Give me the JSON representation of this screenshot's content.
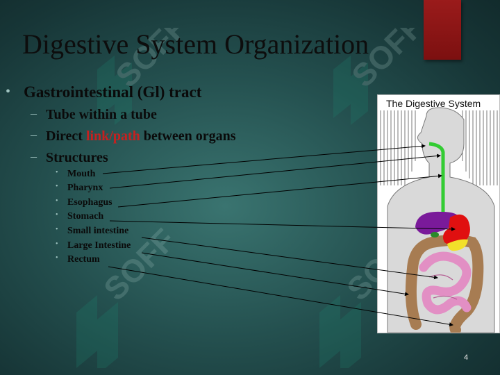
{
  "slide": {
    "title": "Digestive System Organization",
    "page_number": "4"
  },
  "bullets": {
    "main": "Gastrointestinal (Gl) tract",
    "sub1": "Tube within a tube",
    "sub2_before": "Direct ",
    "sub2_highlight": "link/path",
    "sub2_after": " between organs",
    "sub3": "Structures",
    "structures": [
      "Mouth",
      "Pharynx",
      "Esophagus",
      "Stomach",
      "Small intestine",
      "Large Intestine",
      "Rectum"
    ]
  },
  "diagram": {
    "title": "The Digestive System",
    "organs": [
      "esophagus",
      "liver",
      "stomach",
      "gallbladder",
      "pancreas",
      "small-intestine",
      "large-intestine",
      "rectum"
    ]
  },
  "watermark": {
    "text": "SOFF"
  },
  "colors": {
    "background": "#24504f",
    "accent_bar": "#8b1414",
    "highlight": "#c62020",
    "esophagus": "#33cc33",
    "liver": "#7a1a9a",
    "stomach": "#e01010",
    "gallbladder": "#2a8a2a",
    "pancreas": "#f2e02a",
    "small_intestine": "#e28fc4",
    "large_intestine": "#a77c52"
  }
}
